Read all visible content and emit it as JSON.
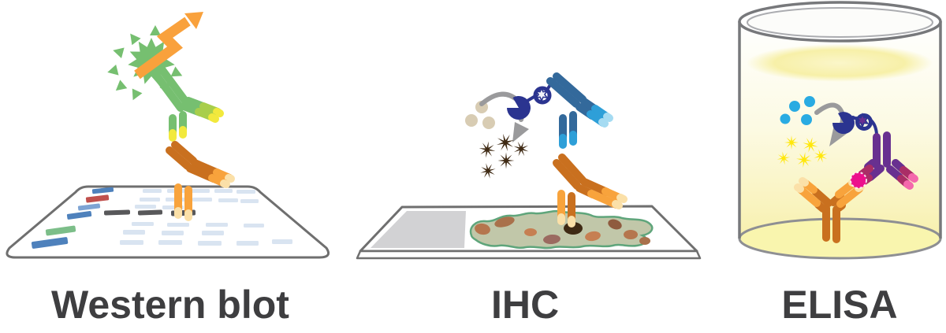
{
  "figure": {
    "panels": [
      {
        "id": "western-blot",
        "label": "Western blot",
        "elements": [
          "membrane",
          "marker-ladder",
          "protein-bands",
          "primary-antibody",
          "secondary-antibody",
          "enzyme-starburst",
          "signal-arrow-icon"
        ]
      },
      {
        "id": "ihc",
        "label": "IHC",
        "elements": [
          "microscope-slide",
          "frosted-label",
          "tissue-section",
          "stained-spot",
          "primary-antibody",
          "secondary-antibody",
          "enzyme-icon",
          "substrate-dots",
          "precipitate-stars",
          "conversion-arrow-icon"
        ]
      },
      {
        "id": "elisa",
        "label": "ELISA",
        "elements": [
          "well",
          "liquid",
          "capture-antibody",
          "antigen",
          "detection-antibody",
          "enzyme-icon",
          "substrate-dots",
          "product-stars",
          "conversion-arrow-icon"
        ]
      }
    ]
  },
  "colors": {
    "labelText": "#3E3E40",
    "outlineGray": "#6F6F6F",
    "orangeDark": "#C9701F",
    "orangeLight": "#F8A33C",
    "orangePale": "#FBE0A8",
    "arrowOrange": "#F9A13C",
    "green": "#76BF70",
    "greenLight": "#A8CE4B",
    "yellowTip": "#F2E93D",
    "blueDark": "#33699B",
    "blueLight": "#2E9FD8",
    "bluePale": "#A5DBF2",
    "navy": "#2B3490",
    "purple": "#683090",
    "crimson": "#AA2D66",
    "pink": "#F468AC",
    "magenta": "#EC108C",
    "cyan": "#29ABE2",
    "starYellow": "#FFE70A",
    "beige": "#D8CCB3",
    "brownDark": "#3F2A14",
    "grayArrow": "#9A9A9C",
    "ladderBlue": "#4E81BC",
    "ladderBlueLight": "#7EA4D4",
    "ladderRed": "#C0504D",
    "ladderGreen": "#7CBE89",
    "bandDark": "#58585A",
    "bandFaint": "#D9E4F1",
    "tissueFill": "#C1C7A9",
    "tissueOutline": "#5FA57B",
    "frostedGray": "#D2D2D4",
    "liquidYellow": "#F5EDA0",
    "liquidPale": "#FCFAE3",
    "wellBottomYellow": "#F9F5AE"
  }
}
